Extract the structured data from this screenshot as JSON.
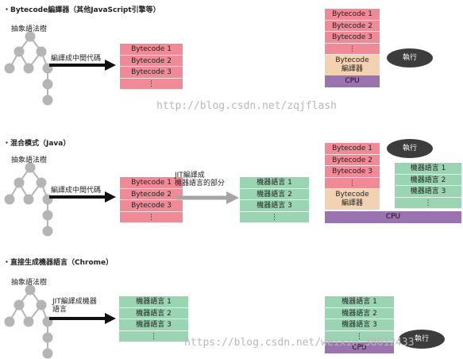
{
  "sections": [
    {
      "title": "・Bytecode編譯器（其他JavaScript引擎等）"
    },
    {
      "title": "・混合模式（Java）"
    },
    {
      "title": "・直接生成機器語言（Chrome）"
    }
  ],
  "tree_label": "抽象語法樹",
  "s1": {
    "arrow_label": "編譯成中間代碼",
    "stack": [
      "Bytecode 1",
      "Bytecode 2",
      "Bytecode 3",
      "⋮"
    ],
    "right_stack": [
      "Bytecode 1",
      "Bytecode 2",
      "Bytecode 3",
      "⋮"
    ],
    "compiler_line1": "Bytecode",
    "compiler_line2": "編譯器",
    "cpu": "CPU",
    "exec": "執行"
  },
  "s2": {
    "arrow_label": "編譯成中間代碼",
    "stack": [
      "Bytecode 1",
      "Bytecode 2",
      "Bytecode 3",
      "⋮"
    ],
    "jit_line1": "JIT編譯成",
    "jit_line2": "機器語言的部分",
    "machine_stack": [
      "機器語言 1",
      "機器語言 2",
      "機器語言 3",
      "⋮"
    ],
    "right_stack": [
      "Bytecode 1",
      "Bytecode 2",
      "Bytecode 3",
      "⋮"
    ],
    "compiler_line1": "Bytecode",
    "compiler_line2": "編譯器",
    "right_machine_stack": [
      "機器語言 1",
      "機器語言 2",
      "機器語言 3",
      "⋮"
    ],
    "cpu": "CPU",
    "exec": "執行"
  },
  "s3": {
    "arrow_line1": "JIT編譯成機器",
    "arrow_line2": "語言",
    "machine_stack": [
      "機器語言 1",
      "機器語言 2",
      "機器語言 3",
      "⋮"
    ],
    "right_machine_stack": [
      "機器語言 1",
      "機器語言 2",
      "機器語言 3",
      "⋮"
    ],
    "cpu": "CPU",
    "exec": "執行"
  },
  "watermarks": [
    "http://blog.csdn.net/zqjflash",
    "https://blog.csdn.net/weixin_38612433"
  ],
  "colors": {
    "bytecode": "#ef8a96",
    "machine": "#9bd4b2",
    "compiler": "#f3d2b3",
    "cpu": "#9b73b0",
    "exec": "#3c3c3c",
    "tree": "#b5b5b5"
  }
}
